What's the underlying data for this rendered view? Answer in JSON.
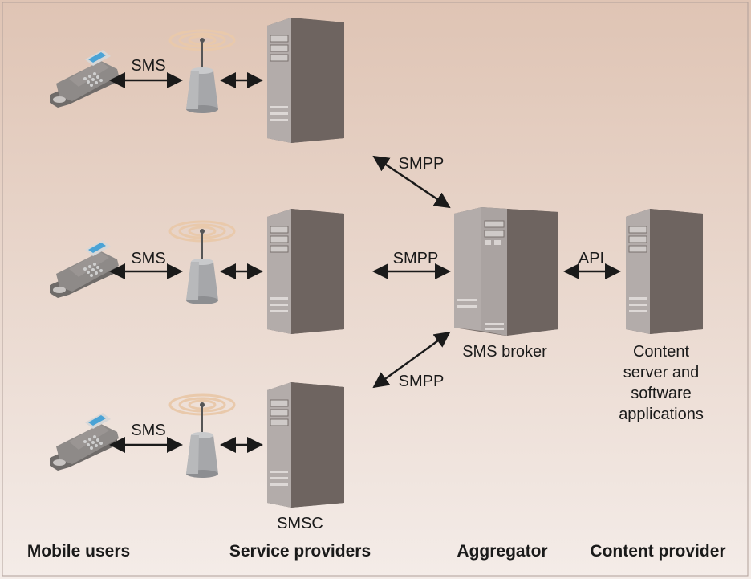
{
  "rows": [
    {
      "sms_label": "SMS",
      "link_label": "SMPP"
    },
    {
      "sms_label": "SMS",
      "link_label": "SMPP"
    },
    {
      "sms_label": "SMS",
      "link_label": "SMPP"
    }
  ],
  "smsc_label": "SMSC",
  "broker_label": "SMS broker",
  "api_label": "API",
  "content_lines": [
    "Content",
    "server and",
    "software",
    "applications"
  ],
  "columns": {
    "mobile": "Mobile users",
    "service": "Service providers",
    "aggregator": "Aggregator",
    "content": "Content provider"
  },
  "icons": {
    "phone": "mobile-phone-icon",
    "tower": "cell-tower-icon",
    "server": "server-tower-icon"
  },
  "colors": {
    "bg_top": "#e0c6b7",
    "bg_bottom": "#f3ebe6",
    "server_front": "#a9a2a0",
    "server_side": "#6e6460",
    "arrow": "#1a1a1a"
  }
}
